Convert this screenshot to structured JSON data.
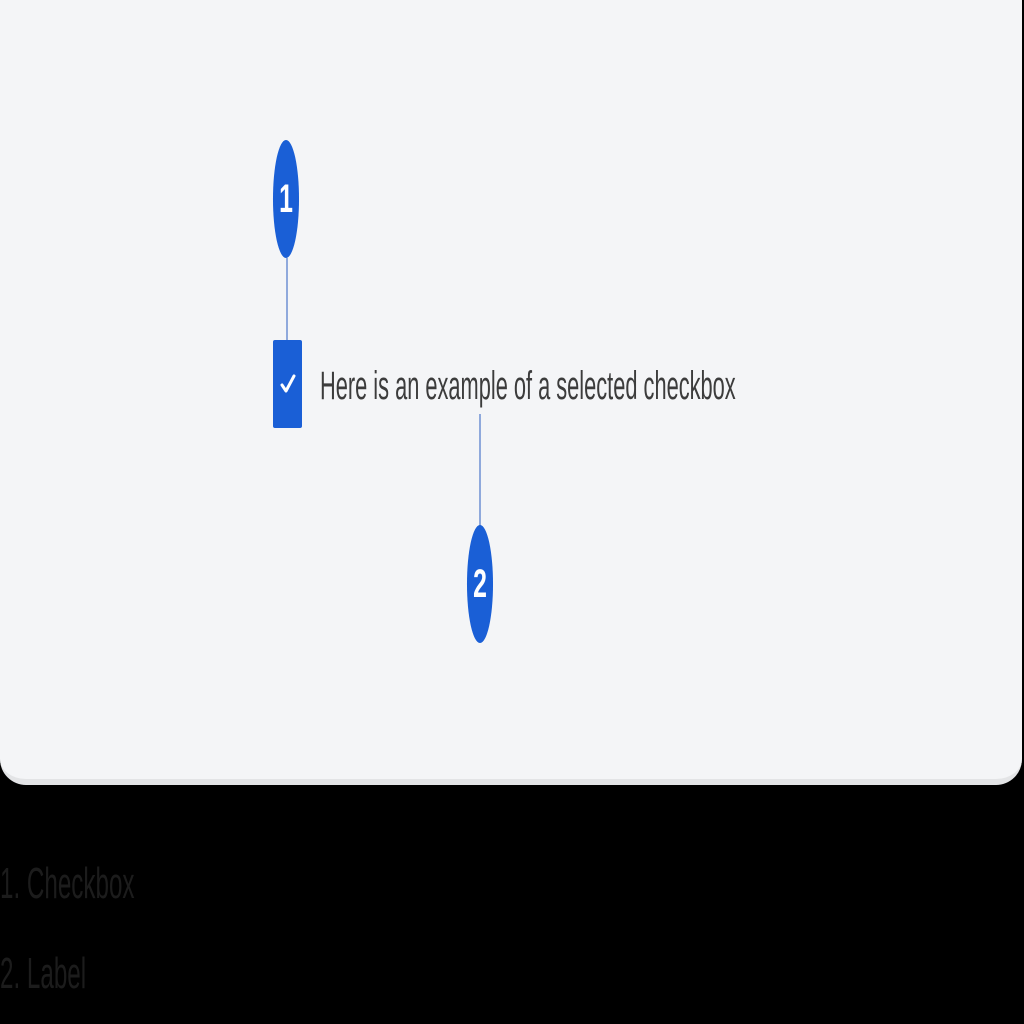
{
  "diagram": {
    "markers": [
      {
        "number": "1"
      },
      {
        "number": "2"
      }
    ],
    "checkbox": {
      "checked": true,
      "label": "Here is an example of a selected checkbox"
    },
    "legend": [
      "1. Checkbox",
      "2. Label"
    ]
  },
  "colors": {
    "panel_background": "#f4f5f7",
    "accent_blue": "#1a5fd6",
    "leader_line": "#8fa9dc",
    "page_background": "#000000"
  },
  "icons": {
    "checkbox_mark": "checkmark-icon"
  }
}
